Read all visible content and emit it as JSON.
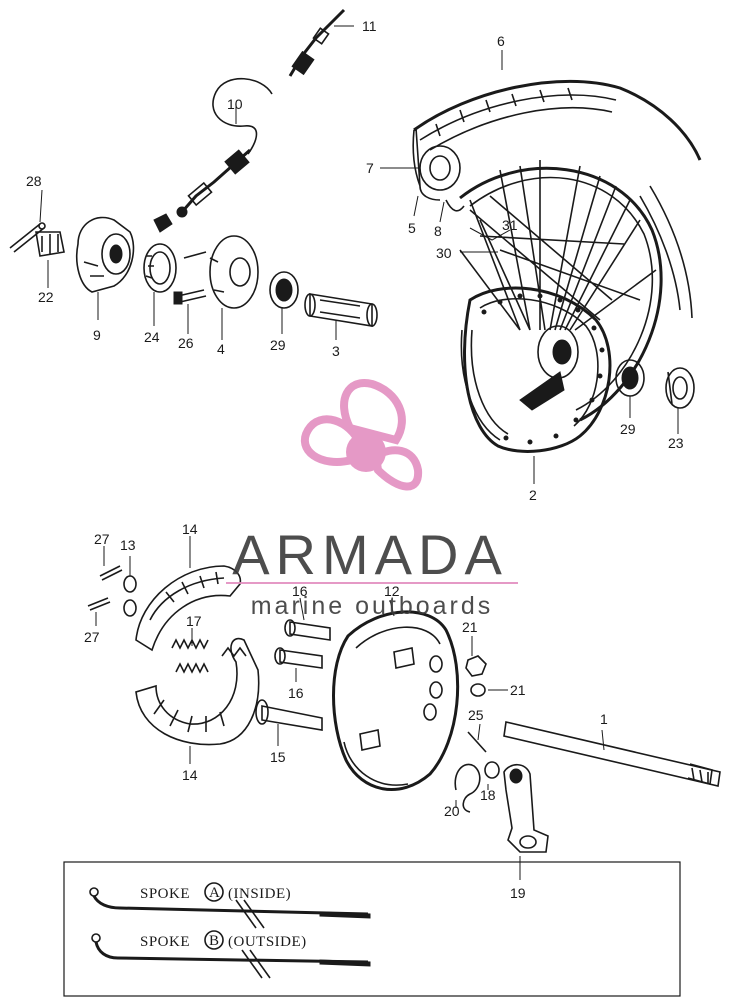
{
  "watermark": {
    "brand": "ARMADA",
    "tagline": "marine outboards",
    "color": "#e38fc0",
    "text_color": "#3a3a3a"
  },
  "callouts": {
    "c1": "1",
    "c2": "2",
    "c3": "3",
    "c4": "4",
    "c5": "5",
    "c6": "6",
    "c7": "7",
    "c8": "8",
    "c9": "9",
    "c10": "10",
    "c11": "11",
    "c12": "12",
    "c13": "13",
    "c14a": "14",
    "c14b": "14",
    "c15": "15",
    "c16a": "16",
    "c16b": "16",
    "c17": "17",
    "c18": "18",
    "c19": "19",
    "c20": "20",
    "c21a": "21",
    "c21b": "21",
    "c22": "22",
    "c23": "23",
    "c24": "24",
    "c25": "25",
    "c26": "26",
    "c27a": "27",
    "c27b": "27",
    "c28": "28",
    "c29a": "29",
    "c29b": "29",
    "c30": "30",
    "c31": "31"
  },
  "legend": {
    "spoke_a_prefix": "SPOKE",
    "spoke_a_mark": "A",
    "spoke_a_suffix": "(INSIDE)",
    "spoke_b_prefix": "SPOKE",
    "spoke_b_mark": "B",
    "spoke_b_suffix": "(OUTSIDE)"
  }
}
